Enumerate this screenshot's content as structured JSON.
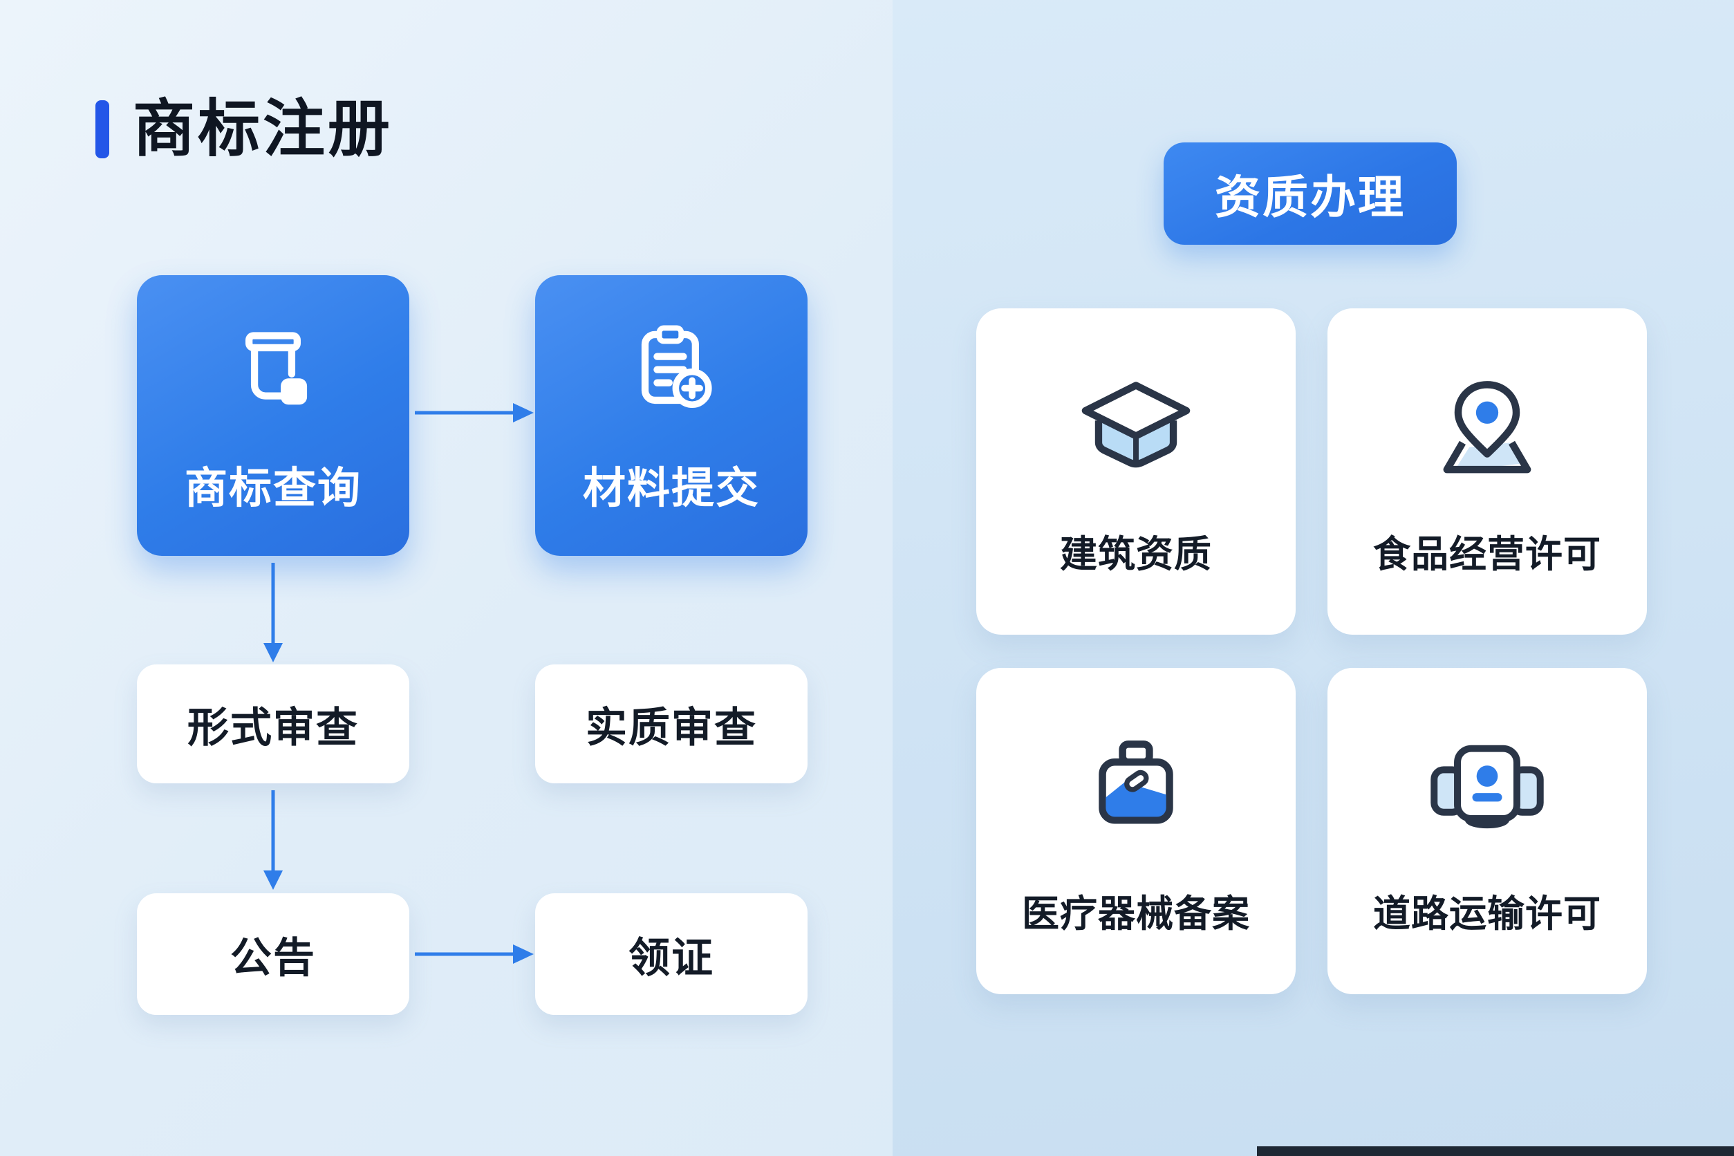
{
  "left_section": {
    "title": "商标注册",
    "steps": {
      "search": "商标查询",
      "submit": "材料提交",
      "formal_review": "形式审查",
      "substantive_review": "实质审查",
      "announcement": "公告",
      "certificate": "领证"
    },
    "flow_order": [
      "商标查询 → 材料提交",
      "商标查询 ↓ 形式审查",
      "形式审查 ↓ 公告",
      "公告 → 领证"
    ]
  },
  "right_section": {
    "badge": "资质办理",
    "cards": [
      {
        "label": "建筑资质",
        "icon": "stack-box-icon"
      },
      {
        "label": "食品经营许可",
        "icon": "map-pin-icon"
      },
      {
        "label": "医疗器械备案",
        "icon": "medical-case-icon"
      },
      {
        "label": "道路运输许可",
        "icon": "id-badge-icon"
      }
    ]
  },
  "colors": {
    "accent_blue": "#2f7de9",
    "title_bar_blue": "#2356e8",
    "arrow_blue": "#2f7de9",
    "card_white": "#ffffff",
    "text_dark": "#131b27",
    "bg_left": "#e0edf8",
    "bg_right": "#cfe3f4",
    "icon_outline_navy": "#2a3547",
    "icon_fill_light_blue": "#cfe5f7"
  }
}
